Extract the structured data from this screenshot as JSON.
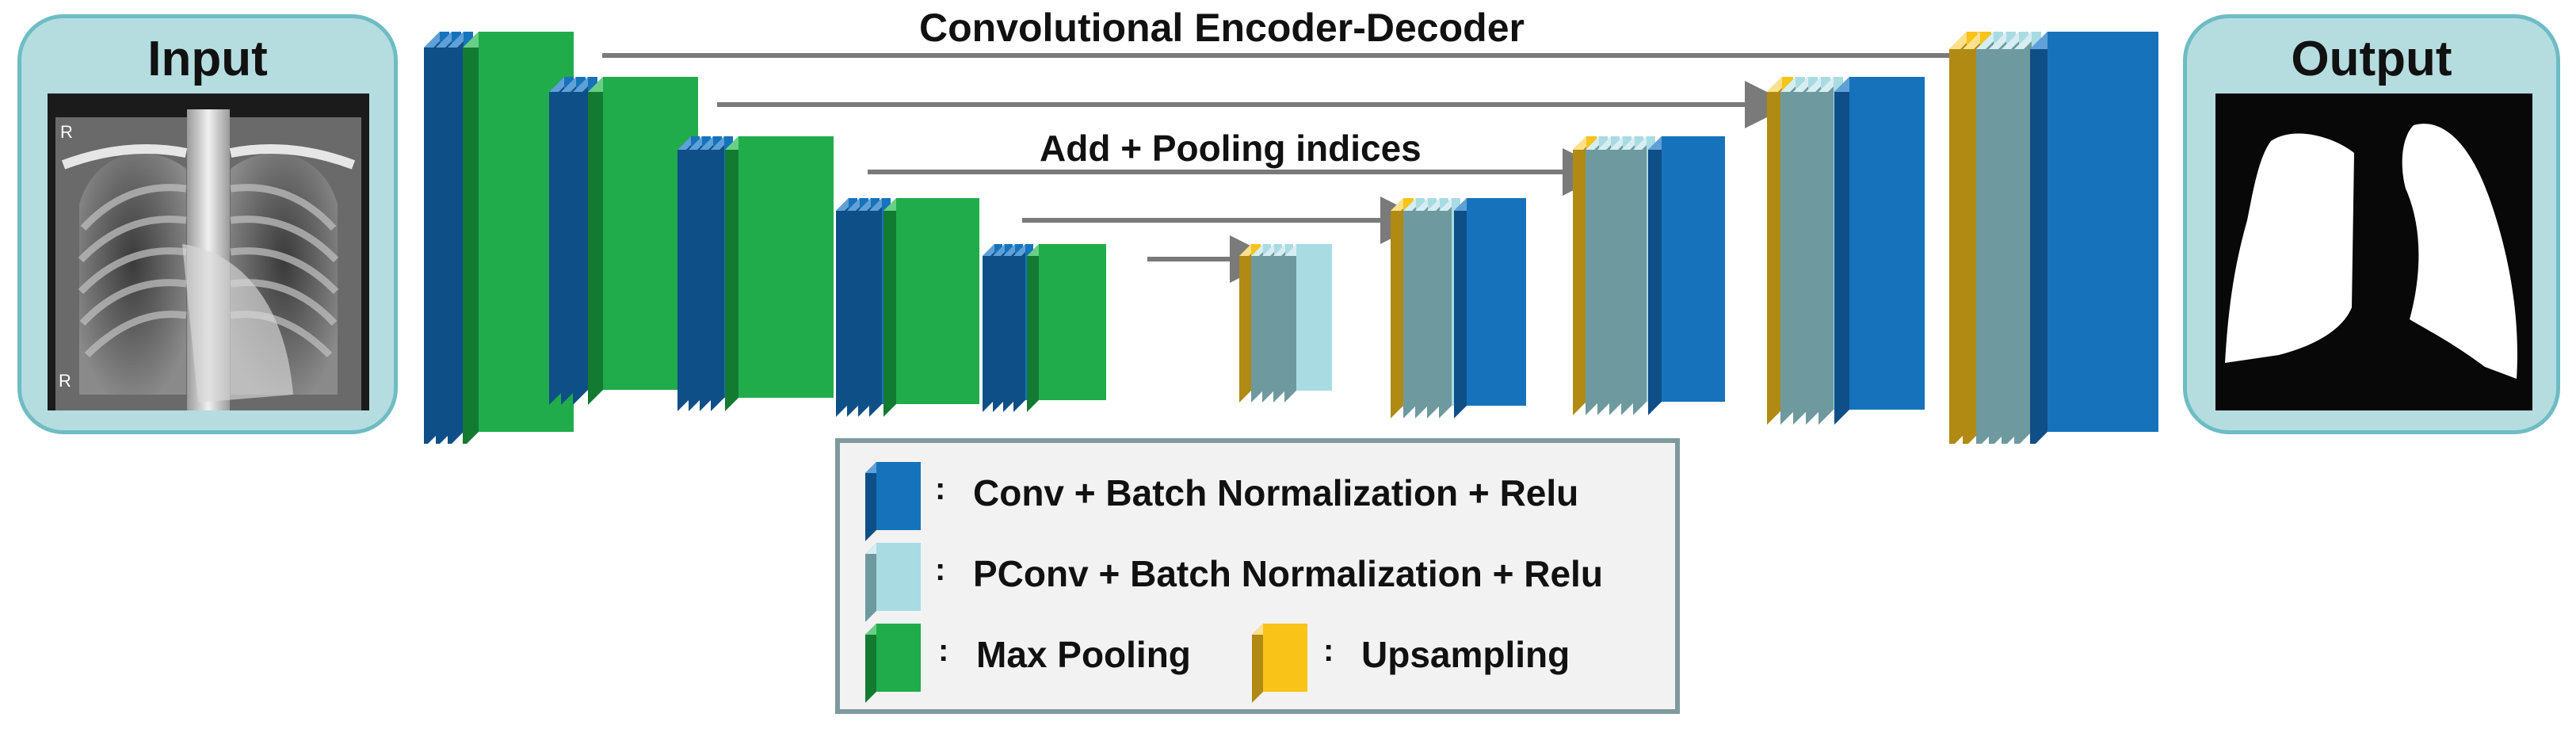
{
  "title": "Convolutional Encoder-Decoder",
  "skip_label": "Add + Pooling indices",
  "input_panel": {
    "label": "Input",
    "image": "chest-x-ray-image"
  },
  "output_panel": {
    "label": "Output",
    "image": "lung-segmentation-mask-image"
  },
  "colors": {
    "conv": "#1673bb",
    "pconv": "#a9dbe3",
    "max_pooling": "#21ac4b",
    "upsampling": "#f9c317",
    "arrow": "#7a7a7a",
    "panel_fill": "#b5dde0",
    "panel_border": "#6ebcc4"
  },
  "legend": {
    "colon": ":",
    "conv": "Conv + Batch Normalization + Relu",
    "pconv": "PConv + Batch Normalization + Relu",
    "max_pooling": "Max Pooling",
    "upsampling": "Upsampling"
  },
  "architecture": {
    "encoder": [
      {
        "conv": 3,
        "pool": 1
      },
      {
        "conv": 3,
        "pool": 1
      },
      {
        "conv": 4,
        "pool": 1
      },
      {
        "conv": 4,
        "pool": 1
      },
      {
        "conv": 4,
        "pool": 1
      }
    ],
    "decoder": [
      {
        "upsampling": 1,
        "pconv": 4,
        "conv": 0
      },
      {
        "upsampling": 1,
        "pconv": 4,
        "conv": 1
      },
      {
        "upsampling": 1,
        "pconv": 5,
        "conv": 1
      },
      {
        "upsampling": 1,
        "pconv": 4,
        "conv": 1
      },
      {
        "upsampling": 2,
        "pconv": 4,
        "conv": 1
      }
    ]
  }
}
